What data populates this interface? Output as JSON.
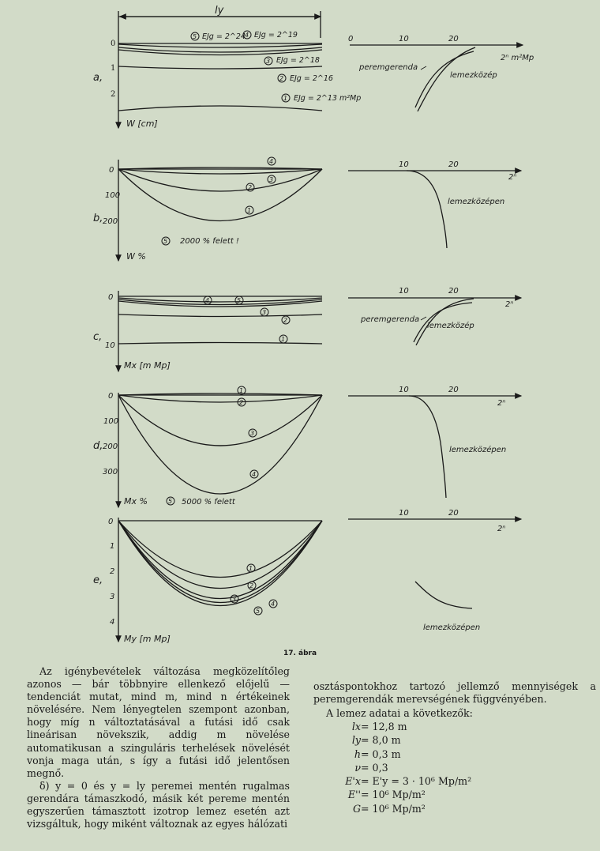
{
  "figure": {
    "caption": "17. ábra",
    "top_dimension": "ly",
    "panel_a": {
      "letter": "a,",
      "ticks": [
        "0",
        "1",
        "2"
      ],
      "axis_label": "W [cm]",
      "curve_labels": [
        "EJg = 2^24",
        "EJg = 2^19",
        "EJg = 2^18",
        "EJg = 2^16",
        "EJg = 2^13 m²Mp"
      ],
      "markers": [
        "5",
        "4",
        "3",
        "2",
        "1"
      ],
      "right": {
        "ticks": [
          "0",
          "10",
          "20"
        ],
        "xlabel": "2ⁿ m²Mp",
        "label_beam": "peremgerenda",
        "label_center": "lemezközép"
      }
    },
    "panel_b": {
      "letter": "b,",
      "ticks": [
        "0",
        "100",
        "200"
      ],
      "axis_label": "W %",
      "note": "2000 % felett !",
      "note_marker": "5",
      "markers": [
        "4",
        "3",
        "2",
        "1"
      ],
      "right": {
        "ticks": [
          "10",
          "20"
        ],
        "xlabel": "2ⁿ",
        "label_center": "lemezközépen"
      }
    },
    "panel_c": {
      "letter": "c,",
      "ticks": [
        "0",
        "10"
      ],
      "axis_label": "Mx [m Mp]",
      "markers": [
        "4",
        "5",
        "3",
        "2",
        "1"
      ],
      "right": {
        "ticks": [
          "10",
          "20"
        ],
        "xlabel": "2ⁿ",
        "label_beam": "peremgerenda",
        "label_center": "lemezközép"
      }
    },
    "panel_d": {
      "letter": "d,",
      "ticks": [
        "0",
        "100",
        "200",
        "300"
      ],
      "axis_label": "Mx %",
      "note": "5000 % felett",
      "note_marker": "5",
      "markers": [
        "1",
        "2",
        "3",
        "4"
      ],
      "right": {
        "ticks": [
          "10",
          "20"
        ],
        "xlabel": "2ⁿ",
        "label_center": "lemezközépen"
      }
    },
    "panel_e": {
      "letter": "e,",
      "ticks": [
        "0",
        "1",
        "2",
        "3",
        "4"
      ],
      "axis_label": "My [m Mp]",
      "markers": [
        "1",
        "2",
        "3",
        "4",
        "5"
      ],
      "right": {
        "ticks": [
          "10",
          "20"
        ],
        "xlabel": "2ⁿ",
        "label_center": "lemezközépen"
      }
    }
  },
  "text": {
    "left_p1": "Az igénybevételek változása megközelítőleg azonos — bár többnyire ellenkező előjelű — tendenciát mutat, mind m, mind n értékeinek növelésére. Nem lényegtelen szempont azonban, hogy míg n változtatásával a futási idő csak lineárisan növekszik, addig m növelése automatikusan a szinguláris terhelések növelését vonja maga után, s így a futási idő jelentősen megnő.",
    "left_p2": "δ) y = 0 és y = ly peremei mentén rugalmas gerendára támaszkodó, másik két pereme mentén egyszerűen támasztott izotrop lemez esetén azt vizsgáltuk, hogy miként változnak az egyes hálózati",
    "right_p1": "osztáspontokhoz tartozó jellemző mennyiségek a peremgerendák merevségének függvényében.",
    "right_p2": "A lemez adatai a következők:",
    "params": [
      {
        "label": "lx",
        "value": "= 12,8 m"
      },
      {
        "label": "ly",
        "value": "= 8,0 m"
      },
      {
        "label": "h",
        "value": "= 0,3 m"
      },
      {
        "label": "ν",
        "value": "= 0,3"
      },
      {
        "label": "E'x",
        "value": "= E'y = 3 · 10⁶ Mp/m²"
      },
      {
        "label": "E''",
        "value": "= 10⁶ Mp/m²"
      },
      {
        "label": "G",
        "value": "= 10⁶ Mp/m²"
      }
    ]
  }
}
